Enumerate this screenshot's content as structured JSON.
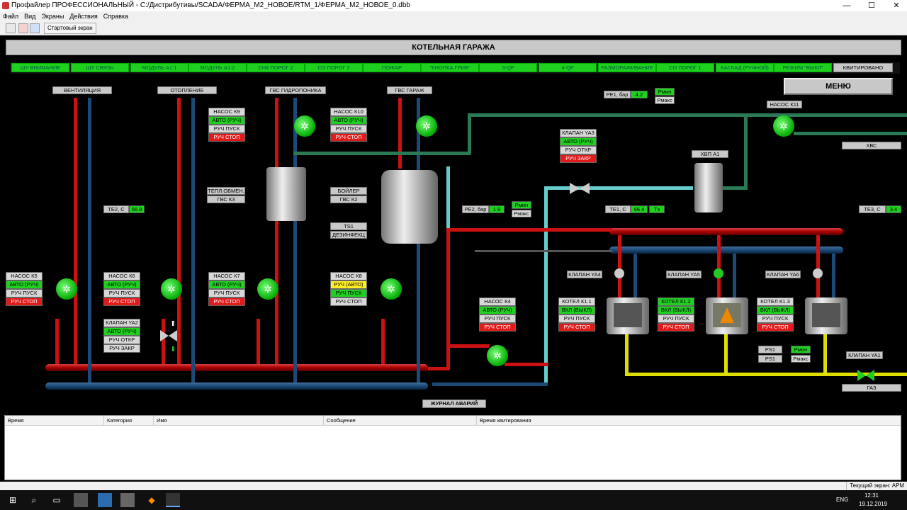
{
  "window": {
    "title": "Профайлер ПРОФЕССИОНАЛЬНЫЙ - C:/Дистрибутивы/SCADA/ФЕРМА_М2_НОВОЕ/RTM_1/ФЕРМА_М2_НОВОЕ_0.dbb",
    "minimize": "—",
    "maximize": "☐",
    "close": "✕"
  },
  "menu": [
    "Файл",
    "Вид",
    "Экраны",
    "Действия",
    "Справка"
  ],
  "toolbar": {
    "start_screen": "Стартовый экран"
  },
  "header": {
    "title": "КОТЕЛЬНАЯ ГАРАЖА"
  },
  "alarms": [
    "ШУ ВНИМАНИЕ",
    "ШУ СВЯЗЬ",
    "МОДУЛЬ А1:1",
    "МОДУЛЬ А1:2",
    "СН4 ПОРОГ 2",
    "СО ПОРОГ 2",
    "ПОЖАР",
    "\"КНОПКА ГРИБ\"",
    "3-QF",
    "4-QF",
    "РАЗМОРАЖИВАНИЕ",
    "СО ПОРОГ 1",
    "КАСКАД (РУЧНОЙ)",
    "РЕЖИМ \"ВЫКЛ\"",
    "КВИТИРОВАНО"
  ],
  "menu_button": "МЕНЮ",
  "sections": {
    "vent": "ВЕНТИЛЯЦИЯ",
    "heat": "ОТОПЛЕНИЕ",
    "gvs_hydro": "ГВС ГИДРОПОНИКА",
    "gvs_garage": "ГВС ГАРАЖ",
    "hvs": "ХВС",
    "gas": "ГАЗ",
    "hvp": "ХВП А1"
  },
  "labels": {
    "teploobmen": "ТЕПЛ.ОБМЕН.",
    "gvs_k3": "ГВС К3",
    "boiler": "БОЙЛЕР",
    "gvs_k2": "ГВС К2",
    "ts1": "TS1",
    "dezinf": "ДЕЗИНФЕКЦ"
  },
  "sensors": {
    "te2": {
      "label": "ТЕ2, С",
      "value": "56.8"
    },
    "pe1": {
      "label": "РЕ1, бар",
      "value": "4.2",
      "min": "Рмин",
      "max": "Рмакс"
    },
    "pe2": {
      "label": "РЕ2, бар",
      "value": "1.9",
      "min": "Рмин",
      "max": "Рмакс"
    },
    "te1": {
      "label": "ТЕ1, С",
      "value": "66.4",
      "extra": "Тз"
    },
    "te3": {
      "label": "ТЕ3, С",
      "value": "3.4"
    },
    "ps1": {
      "label": "PS1",
      "label2": "PS1",
      "min": "Рмин",
      "max": "Рмакс"
    }
  },
  "pumps": {
    "k5": {
      "title": "НАСОС К5",
      "rows": [
        "АВТО (РУЧ)",
        "РУЧ ПУСК",
        "РУЧ СТОП"
      ],
      "colors": [
        "g",
        "w",
        "r"
      ]
    },
    "k6": {
      "title": "НАСОС К6",
      "rows": [
        "АВТО (РУЧ)",
        "РУЧ ПУСК",
        "РУЧ СТОП"
      ],
      "colors": [
        "g",
        "w",
        "r"
      ]
    },
    "k7": {
      "title": "НАСОС К7",
      "rows": [
        "АВТО (РУЧ)",
        "РУЧ ПУСК",
        "РУЧ СТОП"
      ],
      "colors": [
        "g",
        "w",
        "r"
      ]
    },
    "k8": {
      "title": "НАСОС К8",
      "rows": [
        "РУЧ (АВТО)",
        "РУЧ ПУСК",
        "РУЧ СТОП"
      ],
      "colors": [
        "y",
        "g",
        "w"
      ]
    },
    "k9": {
      "title": "НАСОС К9",
      "rows": [
        "АВТО (РУЧ)",
        "РУЧ ПУСК",
        "РУЧ СТОП"
      ],
      "colors": [
        "g",
        "w",
        "r"
      ]
    },
    "k10": {
      "title": "НАСОС К10",
      "rows": [
        "АВТО (РУЧ)",
        "РУЧ ПУСК",
        "РУЧ СТОП"
      ],
      "colors": [
        "g",
        "w",
        "r"
      ]
    },
    "k4": {
      "title": "НАСОС К4",
      "rows": [
        "АВТО (РУЧ)",
        "РУЧ ПУСК",
        "РУЧ СТОП"
      ],
      "colors": [
        "g",
        "w",
        "r"
      ]
    },
    "k11": {
      "title": "НАСОС К11"
    }
  },
  "valves": {
    "ya2": {
      "title": "КЛАПАН YA2",
      "rows": [
        "АВТО (РУЧ)",
        "РУЧ ОТКР",
        "РУЧ ЗАКР"
      ],
      "colors": [
        "g",
        "w",
        "w"
      ]
    },
    "ya3": {
      "title": "КЛАПАН YA3",
      "rows": [
        "АВТО (РУЧ)",
        "РУЧ ОТКР",
        "РУЧ ЗАКР"
      ],
      "colors": [
        "g",
        "w",
        "r"
      ]
    },
    "ya4": {
      "title": "КЛАПАН YA4"
    },
    "ya5": {
      "title": "КЛАПАН YA5"
    },
    "ya6": {
      "title": "КЛАПАН YA6"
    },
    "ya1": {
      "title": "КЛАПАН YA1"
    }
  },
  "boilers": {
    "k11": {
      "title": "КОТЕЛ К1.1",
      "rows": [
        "ВКЛ (ВЫКЛ)",
        "РУЧ ПУСК",
        "РУЧ СТОП"
      ],
      "colors": [
        "g",
        "w",
        "r"
      ]
    },
    "k12": {
      "title": "КОТЕЛ К1.2",
      "rows": [
        "ВКЛ (ВЫКЛ)",
        "РУЧ ПУСК",
        "РУЧ СТОП"
      ],
      "colors": [
        "g",
        "w",
        "r"
      ]
    },
    "k13": {
      "title": "КОТЕЛ К1.3",
      "rows": [
        "ВКЛ (ВЫКЛ)",
        "РУЧ ПУСК",
        "РУЧ СТОП"
      ],
      "colors": [
        "g",
        "w",
        "r"
      ]
    }
  },
  "journal": {
    "title": "ЖУРНАЛ АВАРИЙ",
    "columns": [
      "Время",
      "Категория",
      "Имя",
      "Сообщение",
      "Время квитирования"
    ]
  },
  "status": {
    "current_screen": "Текущий экран: АРМ"
  },
  "tray": {
    "lang": "ENG",
    "time": "12:31",
    "date": "19.12.2019"
  }
}
